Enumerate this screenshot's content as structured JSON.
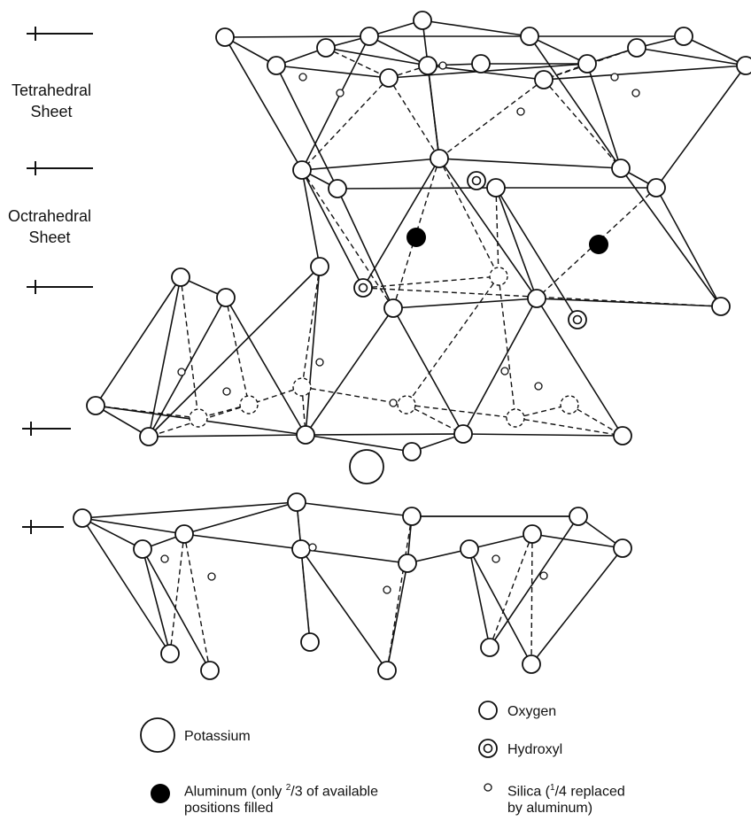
{
  "sheet_labels": {
    "tetrahedral_line1": "Tetrahedral",
    "tetrahedral_line2": "Sheet",
    "octahedral_line1": "Octrahedral",
    "octahedral_line2": "Sheet"
  },
  "legend": {
    "potassium": "Potassium",
    "aluminum_prefix": "Aluminum (only ",
    "aluminum_sup": "2",
    "aluminum_mid": "/3 of available",
    "aluminum_line2": "positions filled",
    "oxygen": "Oxygen",
    "hydroxyl": "Hydroxyl",
    "silica_prefix": "Silica (",
    "silica_sup": "1",
    "silica_mid": "/4 replaced",
    "silica_line2": "by aluminum)"
  },
  "colors": {
    "stroke": "#111111",
    "fill": "#ffffff",
    "aluminum": "#000000"
  }
}
